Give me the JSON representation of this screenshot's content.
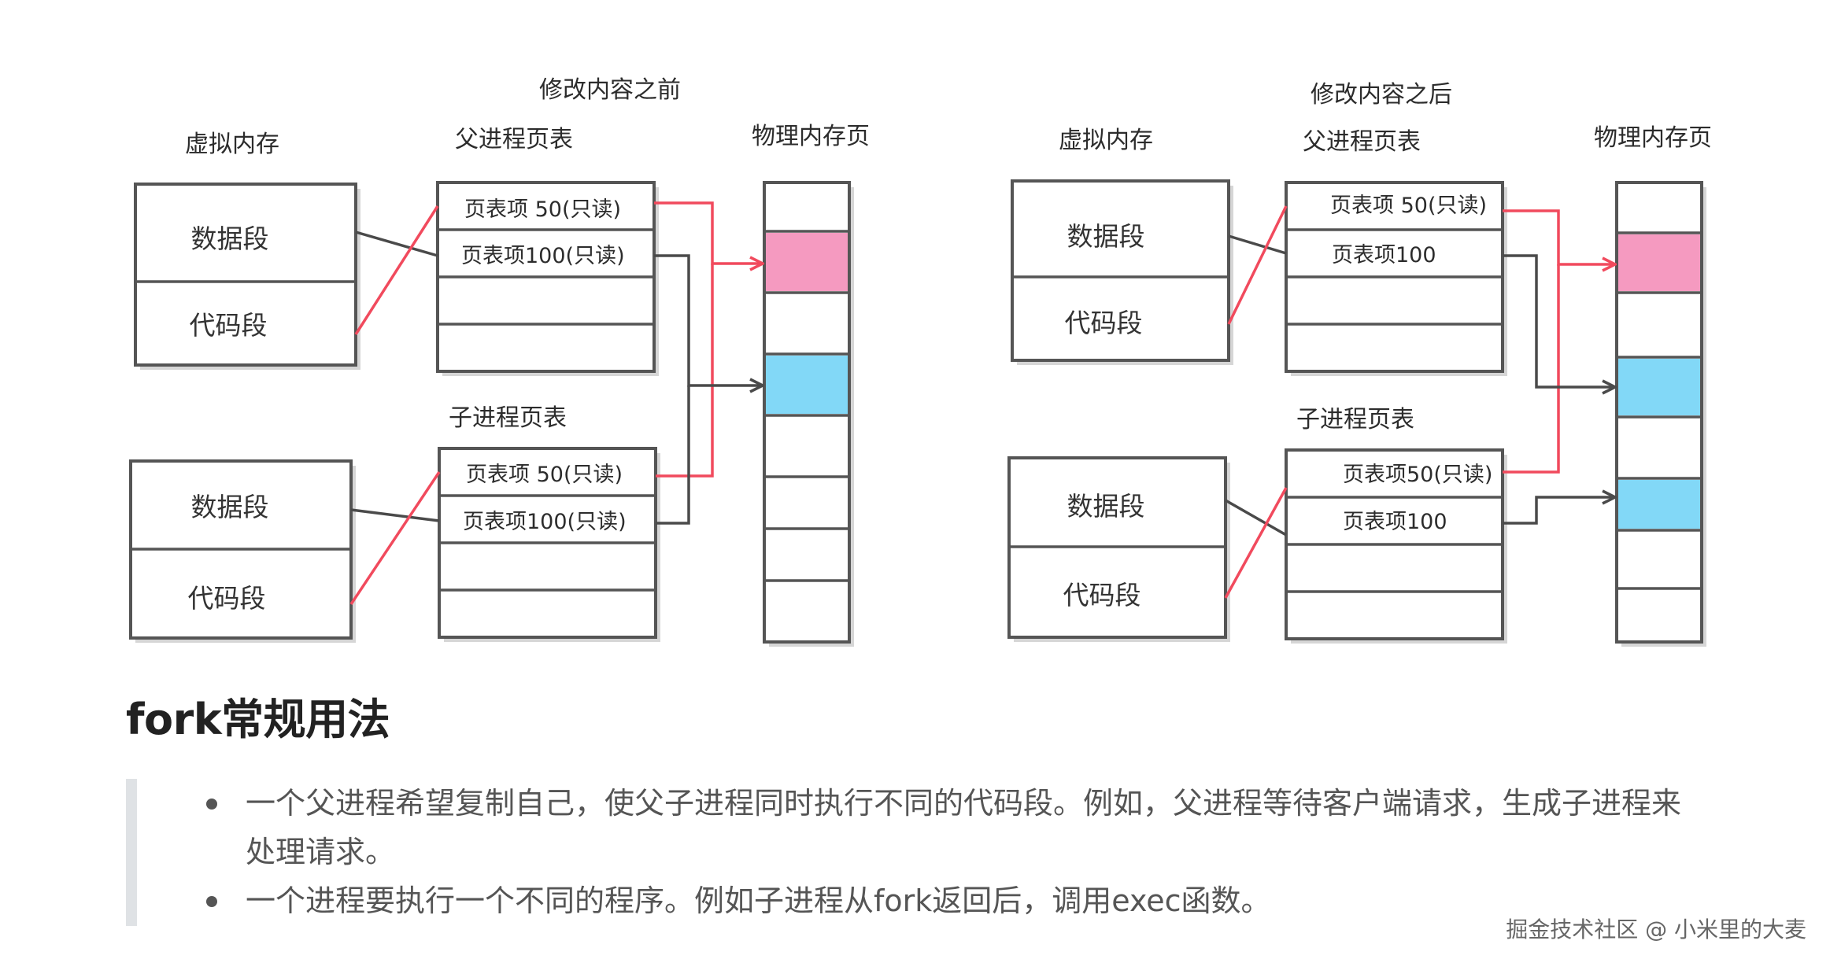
{
  "diagram": {
    "before": {
      "title": "修改内容之前",
      "virtual_memory_label": "虚拟内存",
      "parent_table_label": "父进程页表",
      "child_table_label": "子进程页表",
      "physical_label": "物理内存页",
      "data_segment": "数据段",
      "code_segment": "代码段",
      "parent_entries": [
        "页表项 50(只读)",
        "页表项100(只读)"
      ],
      "child_entries": [
        "页表项 50(只读)",
        "页表项100(只读)"
      ]
    },
    "after": {
      "title": "修改内容之后",
      "virtual_memory_label": "虚拟内存",
      "parent_table_label": "父进程页表",
      "child_table_label": "子进程页表",
      "physical_label": "物理内存页",
      "data_segment": "数据段",
      "code_segment": "代码段",
      "parent_entries": [
        "页表项 50(只读)",
        "页表项100"
      ],
      "child_entries": [
        "页表项50(只读)",
        "页表项100"
      ]
    },
    "colors": {
      "pink_page": "#f59ac0",
      "blue_page": "#82d8f7",
      "red_arrow": "#f14a5d",
      "dark_arrow": "#4a4a4a"
    }
  },
  "section": {
    "heading": "fork常规用法",
    "bullets": [
      "一个父进程希望复制自己，使父子进程同时执行不同的代码段。例如，父进程等待客户端请求，生成子进程来处理请求。",
      "一个进程要执行一个不同的程序。例如子进程从fork返回后，调用exec函数。"
    ]
  },
  "watermark": "掘金技术社区 @ 小米里的大麦"
}
